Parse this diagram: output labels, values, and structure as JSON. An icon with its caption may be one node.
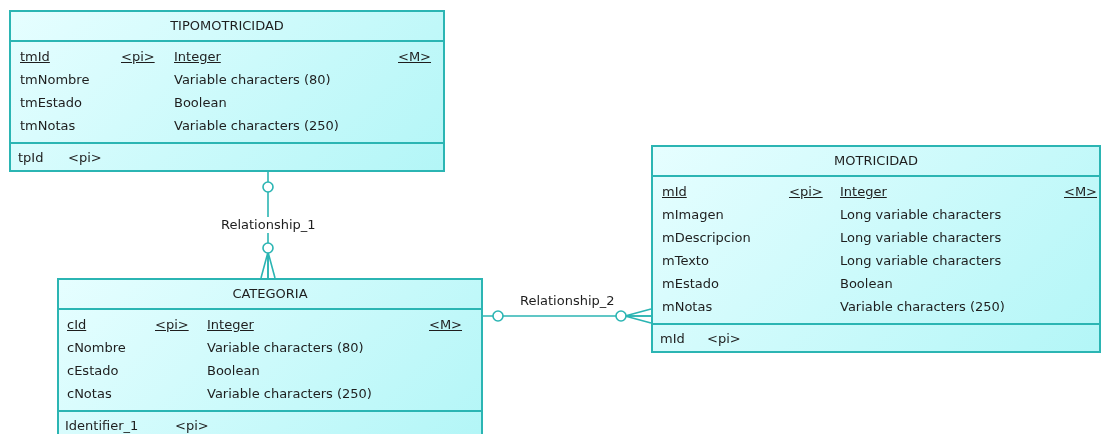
{
  "diagram": {
    "nodes": [
      {
        "text": [
          "TIPOMOTRICIDAD",
          "tmId",
          "<pi>",
          "Integer",
          "<M>",
          "tmNombre",
          "Variable characters (80)",
          "tmEstado",
          "Boolean",
          "tmNotas",
          "Variable characters (250)",
          "tpId",
          "<pi>"
        ]
      },
      {
        "text": [
          "MOTRICIDAD",
          "mId",
          "<pi>",
          "Integer",
          "<M>",
          "mImagen",
          "Long variable characters",
          "mDescripcion",
          "Long variable characters",
          "mTexto",
          "Long variable characters",
          "mEstado",
          "Boolean",
          "mNotas",
          "Variable characters (250)",
          "mId",
          "<pi>"
        ]
      },
      {
        "text": [
          "CATEGORIA",
          "cId",
          "<pi>",
          "Integer",
          "<M>",
          "cNombre",
          "Variable characters (80)",
          "cEstado",
          "Boolean",
          "cNotas",
          "Variable characters (250)",
          "Identifier_1",
          "<pi>"
        ]
      }
    ],
    "edges": [
      {
        "from": 0,
        "to": 2,
        "arrow": "other",
        "label": "Relationship_1"
      },
      {
        "from": 2,
        "to": 1,
        "arrow": "other",
        "label": "Relationship_2"
      }
    ]
  }
}
